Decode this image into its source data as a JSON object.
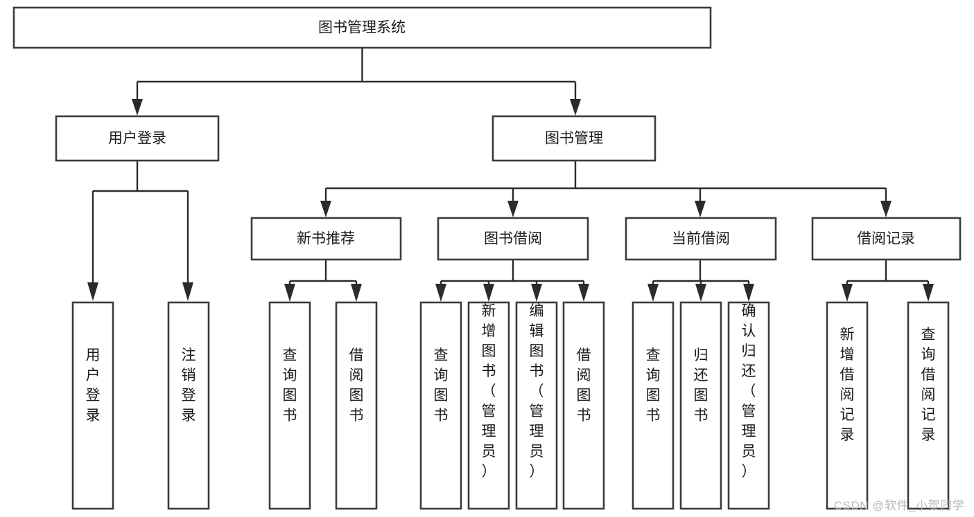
{
  "diagram": {
    "type": "tree-hierarchy",
    "title": "图书管理系统",
    "orientation": "top-down",
    "colors": {
      "box_fill": "#ffffff",
      "box_stroke": "#3b3b3b",
      "connector": "#2b2b2b",
      "text": "#1a1a1a",
      "watermark": "#b9b9b9"
    },
    "nodes": {
      "root": {
        "label": "图书管理系统",
        "level": 1,
        "text_orientation": "horizontal"
      },
      "level2": [
        {
          "id": "user-login",
          "label": "用户登录",
          "text_orientation": "horizontal"
        },
        {
          "id": "book-management",
          "label": "图书管理",
          "text_orientation": "horizontal"
        }
      ],
      "level3": [
        {
          "id": "new-book-recommend",
          "label": "新书推荐",
          "parent": "book-management",
          "text_orientation": "horizontal"
        },
        {
          "id": "book-borrow",
          "label": "图书借阅",
          "parent": "book-management",
          "text_orientation": "horizontal"
        },
        {
          "id": "current-borrow",
          "label": "当前借阅",
          "parent": "book-management",
          "text_orientation": "horizontal"
        },
        {
          "id": "borrow-record",
          "label": "借阅记录",
          "parent": "book-management",
          "text_orientation": "horizontal"
        }
      ],
      "leaves": [
        {
          "id": "leaf-user-login",
          "label": "用户登录",
          "parent": "user-login",
          "text_orientation": "vertical"
        },
        {
          "id": "leaf-logout-login",
          "label": "注销登录",
          "parent": "user-login",
          "text_orientation": "vertical"
        },
        {
          "id": "leaf-query-book-1",
          "label": "查询图书",
          "parent": "new-book-recommend",
          "text_orientation": "vertical"
        },
        {
          "id": "leaf-borrow-book-1",
          "label": "借阅图书",
          "parent": "new-book-recommend",
          "text_orientation": "vertical"
        },
        {
          "id": "leaf-query-book-2",
          "label": "查询图书",
          "parent": "book-borrow",
          "text_orientation": "vertical"
        },
        {
          "id": "leaf-add-book",
          "label": "新增图书（管理员）",
          "parent": "book-borrow",
          "text_orientation": "vertical"
        },
        {
          "id": "leaf-edit-book",
          "label": "编辑图书（管理员）",
          "parent": "book-borrow",
          "text_orientation": "vertical"
        },
        {
          "id": "leaf-borrow-book-2",
          "label": "借阅图书",
          "parent": "book-borrow",
          "text_orientation": "vertical"
        },
        {
          "id": "leaf-query-book-3",
          "label": "查询图书",
          "parent": "current-borrow",
          "text_orientation": "vertical"
        },
        {
          "id": "leaf-return-book",
          "label": "归还图书",
          "parent": "current-borrow",
          "text_orientation": "vertical"
        },
        {
          "id": "leaf-confirm-return",
          "label": "确认归还（管理员）",
          "parent": "current-borrow",
          "text_orientation": "vertical"
        },
        {
          "id": "leaf-add-borrow-record",
          "label": "新增借阅记录",
          "parent": "borrow-record",
          "text_orientation": "vertical"
        },
        {
          "id": "leaf-query-borrow-record",
          "label": "查询借阅记录",
          "parent": "borrow-record",
          "text_orientation": "vertical"
        }
      ]
    }
  },
  "watermark": {
    "text": "CSDN @软件_小贺同学"
  }
}
